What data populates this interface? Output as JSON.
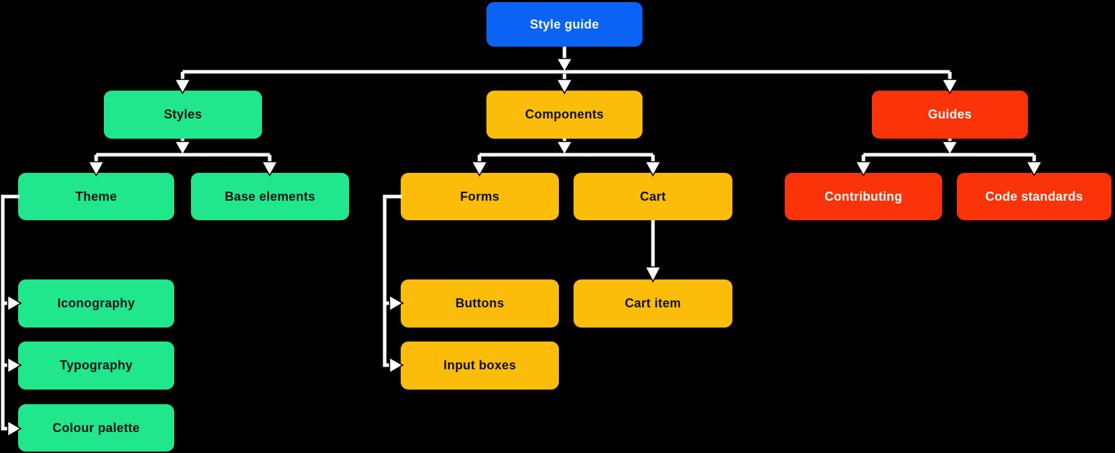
{
  "palette": {
    "background": "#000000",
    "root_blue": "#0A63F4",
    "styles_green": "#21E78C",
    "components_yellow": "#FBBD09",
    "guides_red": "#FA3408",
    "connector_white": "#FFFFFF",
    "dark_text": "#0D1014",
    "light_text": "#FFFFFF"
  },
  "nodes": {
    "style_guide": {
      "label": "Style guide",
      "color_key": "root_blue"
    },
    "styles": {
      "label": "Styles",
      "color_key": "styles_green"
    },
    "components": {
      "label": "Components",
      "color_key": "components_yellow"
    },
    "guides": {
      "label": "Guides",
      "color_key": "guides_red"
    },
    "theme": {
      "label": "Theme",
      "color_key": "styles_green"
    },
    "base_elements": {
      "label": "Base elements",
      "color_key": "styles_green"
    },
    "iconography": {
      "label": "Iconography",
      "color_key": "styles_green"
    },
    "typography": {
      "label": "Typography",
      "color_key": "styles_green"
    },
    "colour_palette": {
      "label": "Colour palette",
      "color_key": "styles_green"
    },
    "forms": {
      "label": "Forms",
      "color_key": "components_yellow"
    },
    "cart": {
      "label": "Cart",
      "color_key": "components_yellow"
    },
    "buttons": {
      "label": "Buttons",
      "color_key": "components_yellow"
    },
    "input_boxes": {
      "label": "Input boxes",
      "color_key": "components_yellow"
    },
    "cart_item": {
      "label": "Cart item",
      "color_key": "components_yellow"
    },
    "contributing": {
      "label": "Contributing",
      "color_key": "guides_red"
    },
    "code_standards": {
      "label": "Code standards",
      "color_key": "guides_red"
    }
  },
  "edges": [
    {
      "from": "style_guide",
      "to": "styles"
    },
    {
      "from": "style_guide",
      "to": "components"
    },
    {
      "from": "style_guide",
      "to": "guides"
    },
    {
      "from": "styles",
      "to": "theme"
    },
    {
      "from": "styles",
      "to": "base_elements"
    },
    {
      "from": "theme",
      "to": "iconography"
    },
    {
      "from": "theme",
      "to": "typography"
    },
    {
      "from": "theme",
      "to": "colour_palette"
    },
    {
      "from": "components",
      "to": "forms"
    },
    {
      "from": "components",
      "to": "cart"
    },
    {
      "from": "forms",
      "to": "buttons"
    },
    {
      "from": "forms",
      "to": "input_boxes"
    },
    {
      "from": "cart",
      "to": "cart_item"
    },
    {
      "from": "guides",
      "to": "contributing"
    },
    {
      "from": "guides",
      "to": "code_standards"
    }
  ]
}
